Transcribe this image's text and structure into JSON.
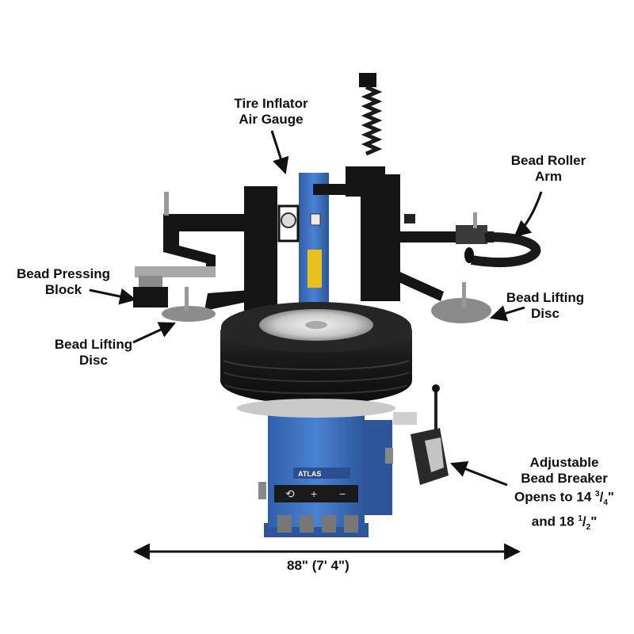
{
  "callouts": {
    "tire_inflator": {
      "line1": "Tire Inflator",
      "line2": "Air Gauge"
    },
    "bead_roller": {
      "line1": "Bead Roller",
      "line2": "Arm"
    },
    "bead_pressing": {
      "line1": "Bead Pressing",
      "line2": "Block"
    },
    "bead_lifting_right": {
      "line1": "Bead Lifting",
      "line2": "Disc"
    },
    "bead_lifting_left": {
      "line1": "Bead Lifting",
      "line2": "Disc"
    },
    "bead_breaker": {
      "line1": "Adjustable",
      "line2": "Bead Breaker",
      "line3_prefix": "Opens to 14 ",
      "line3_num": "3",
      "line3_den": "4",
      "line3_suffix": "\"",
      "line4_prefix": "and 18 ",
      "line4_num": "1",
      "line4_den": "2",
      "line4_suffix": "\""
    }
  },
  "dimension": {
    "label": "88\" (7' 4\")"
  },
  "brand": {
    "badge": "ATLAS"
  },
  "colors": {
    "machine_blue": "#3f74c4",
    "machine_blue_dark": "#2c5699",
    "arm_black": "#151515",
    "tire_black": "#1c1c1c",
    "warning_yellow": "#e7c21a",
    "steel_gray": "#9a9a9a",
    "text": "#111111"
  }
}
